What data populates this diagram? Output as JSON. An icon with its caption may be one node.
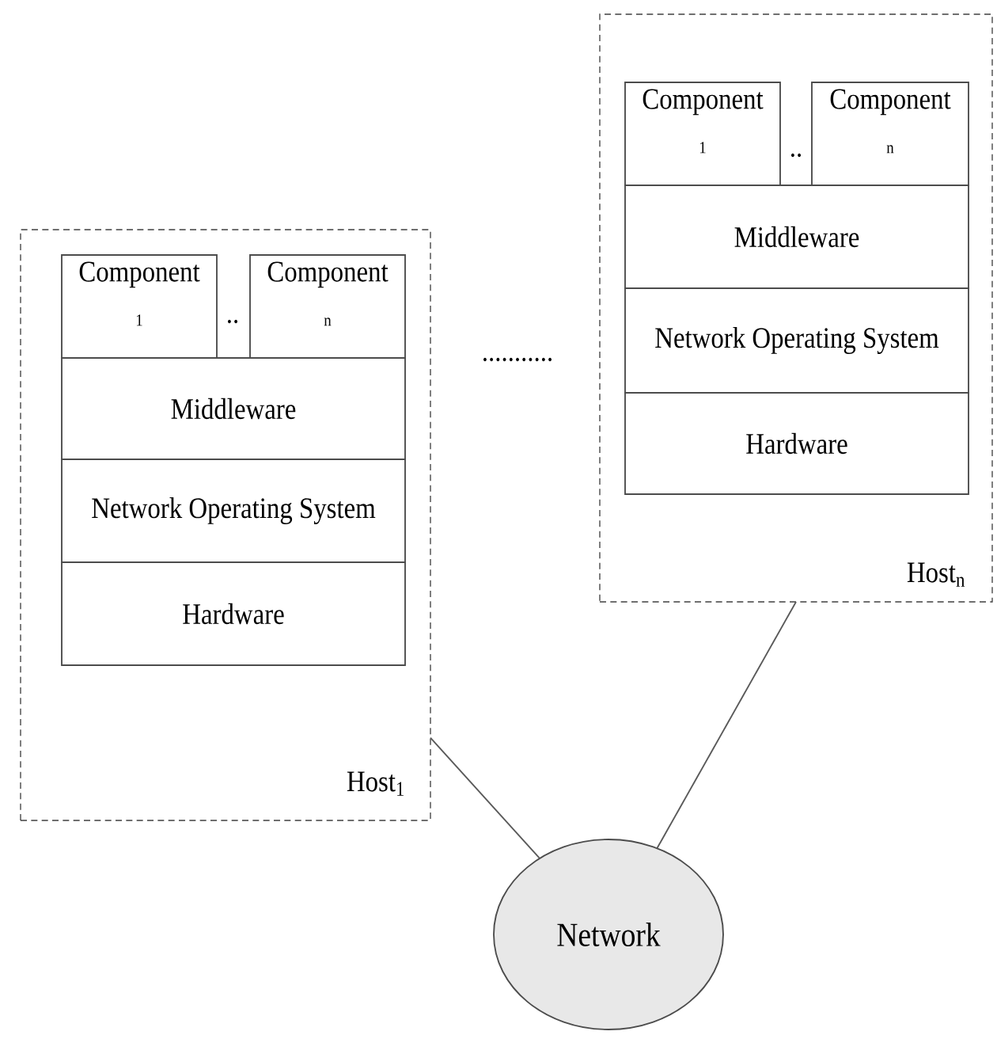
{
  "diagram": {
    "nodes": [
      {
        "text": [
          "Host$_{1}$"
        ]
      },
      {
        "text": [
          "Component",
          "1"
        ],
        "in": 0
      },
      {
        "text": [
          "Component",
          "n"
        ],
        "in": 0
      },
      {
        "text": [
          "Middleware"
        ],
        "in": 0
      },
      {
        "text": [
          "Network Operating System"
        ],
        "in": 0
      },
      {
        "text": [
          "Hardware"
        ],
        "in": 0
      },
      {
        "text": [
          "Host$_{n}$"
        ]
      },
      {
        "text": [
          "Component",
          "1"
        ],
        "in": 6
      },
      {
        "text": [
          "Component",
          "n"
        ],
        "in": 6
      },
      {
        "text": [
          "Middleware"
        ],
        "in": 6
      },
      {
        "text": [
          "Network Operating System"
        ],
        "in": 6
      },
      {
        "text": [
          "Hardware"
        ],
        "in": 6
      },
      {
        "text": [
          "Network"
        ]
      }
    ],
    "edges": [
      {
        "from": 0,
        "to": 12,
        "arrow": "none"
      },
      {
        "from": 6,
        "to": 12,
        "arrow": "none"
      }
    ],
    "labels": [
      "..",
      "...........",
      ".."
    ]
  }
}
